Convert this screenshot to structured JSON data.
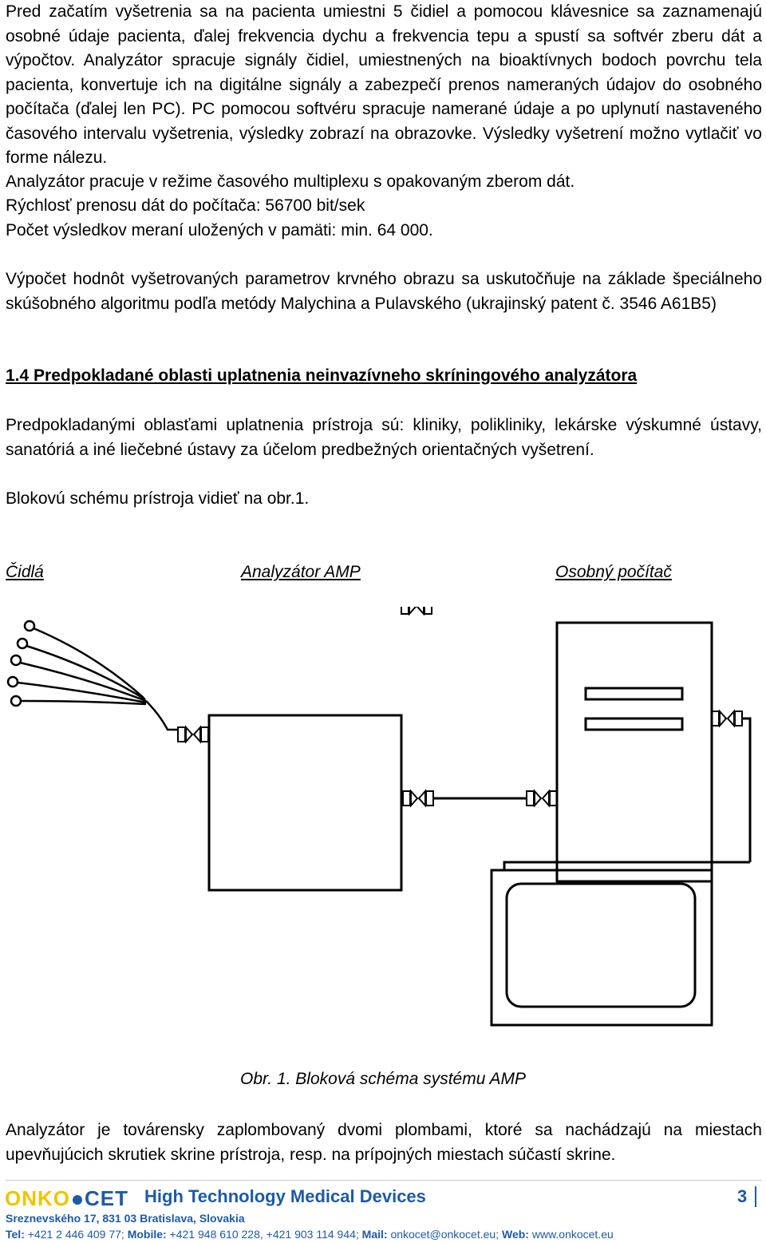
{
  "paragraphs": {
    "intro": "Pred začatím vyšetrenia sa na pacienta umiestni 5 čidiel a pomocou klávesnice sa zaznamenajú osobné údaje pacienta, ďalej frekvencia dychu a frekvencia tepu a spustí sa softvér zberu dát a výpočtov. Analyzátor spracuje signály čidiel, umiestnených na bioaktívnych bodoch povrchu tela pacienta, konvertuje ich na digitálne signály a zabezpečí prenos nameraných údajov do osobného počítača (ďalej len PC). PC pomocou softvéru spracuje namerané údaje a po uplynutí nastaveného časového intervalu vyšetrenia, výsledky zobrazí na obrazovke. Výsledky vyšetrení možno vytlačiť vo forme nálezu.",
    "multiplex": "Analyzátor pracuje v režime časového multiplexu s opakovaným zberom dát.",
    "speed": "Rýchlosť prenosu dát do počítača: 56700 bit/sek",
    "count": "Počet výsledkov meraní uložených v pamäti: min. 64 000.",
    "calc": "Výpočet hodnôt vyšetrovaných parametrov krvného obrazu sa uskutočňuje na základe špeciálneho skúšobného algoritmu podľa metódy Malychina a Pulavského (ukrajinský patent č. 3546 A61B5)",
    "areas": "Predpokladanými oblasťami uplatnenia prístroja sú: kliniky, polikliniky, lekárske výskumné ústavy, sanatóriá a iné liečebné ústavy za účelom predbežných orientačných vyšetrení.",
    "scheme_ref": "Blokovú schému prístroja vidieť na obr.1.",
    "seals": "Analyzátor je továrensky zaplombovaný dvomi plombami, ktoré sa nachádzajú na miestach upevňujúcich skrutiek skrine prístroja, resp. na prípojných miestach súčastí skrine."
  },
  "heading": "1.4 Predpokladané oblasti uplatnenia neinvazívneho skríningového analyzátora",
  "diagram": {
    "label_sensors": "Čidlá",
    "label_analyzer": "Analyzátor AMP",
    "label_pc": "Osobný počítač",
    "caption": "Obr. 1. Bloková schéma systému AMP"
  },
  "footer": {
    "logo_left": "ONKO",
    "logo_right": "CET",
    "tagline": "High Technology Medical Devices",
    "page_number": "3",
    "address": "Sreznevského 17, 831 03 Bratislava, Slovakia",
    "tel_label": "Tel:",
    "tel": "+421 2 446 409 77;",
    "mobile_label": "Mobile:",
    "mobile": "+421 948 610 228, +421 903 114 944;",
    "mail_label": "Mail:",
    "mail": "onkocet@onkocet.eu;",
    "web_label": "Web:",
    "web": "www.onkocet.eu"
  },
  "colors": {
    "brand_blue": "#1d5aa8",
    "brand_yellow": "#f0c400"
  }
}
